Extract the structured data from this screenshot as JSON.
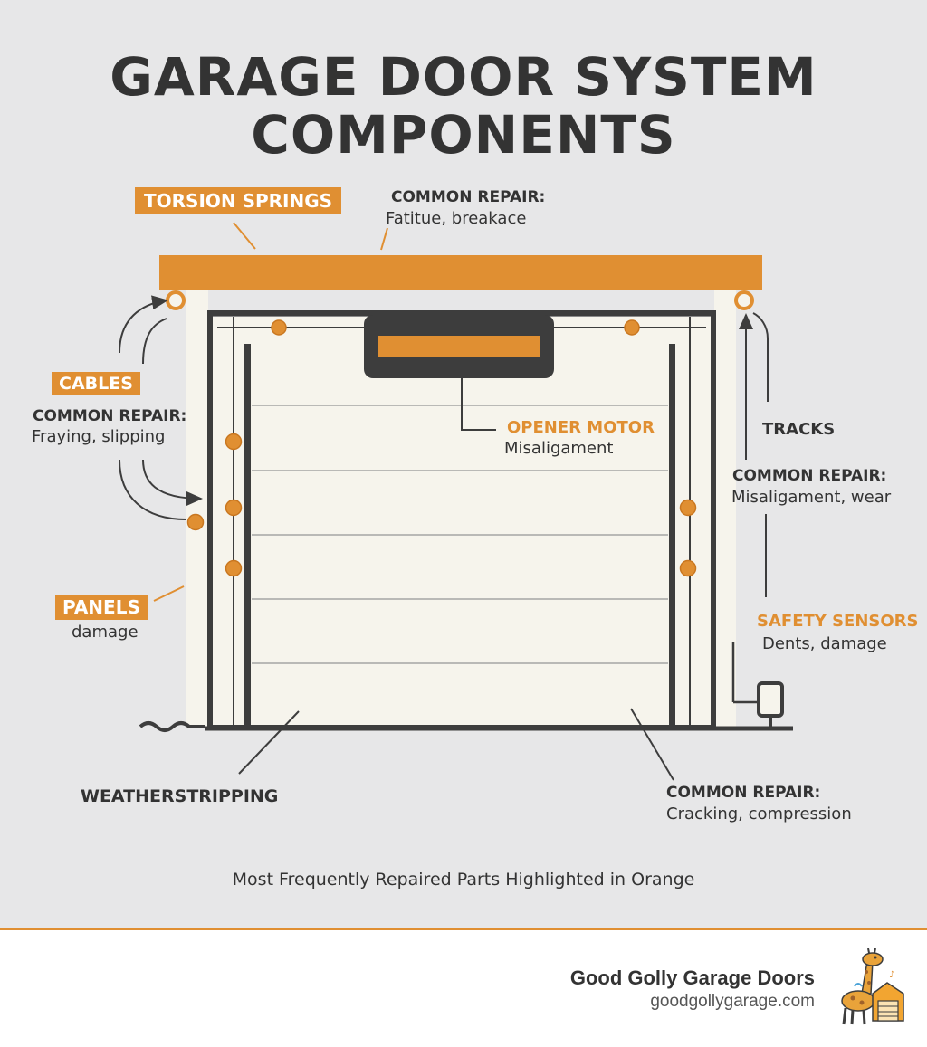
{
  "title": {
    "line1": "GARAGE DOOR SYSTEM",
    "line2": "COMPONENTS"
  },
  "labels": {
    "torsion_springs": {
      "name": "TORSION SPRINGS",
      "heading": "COMMON REPAIR:",
      "text": "Fatitue, breakace"
    },
    "cables": {
      "name": "CABLES",
      "heading": "COMMON REPAIR:",
      "text": "Fraying, slipping"
    },
    "panels": {
      "name": "PANELS",
      "text": "damage"
    },
    "opener_motor": {
      "name": "OPENER MOTOR",
      "text": "Misaligament"
    },
    "tracks": {
      "name": "TRACKS",
      "heading": "COMMON REPAIR:",
      "text": "Misaligament, wear"
    },
    "safety_sensors": {
      "name": "SAFETY SENSORS",
      "text": "Dents, damage"
    },
    "weatherstripping": {
      "name": "WEATHERSTRIPPING"
    },
    "bottom_right": {
      "heading": "COMMON REPAIR:",
      "text": "Cracking, compression"
    }
  },
  "caption": "Most Frequently Repaired Parts Highlighted in Orange",
  "brand": {
    "name": "Good Golly Garage Doors",
    "url": "goodgollygarage.com"
  },
  "colors": {
    "accent": "#e08f32",
    "dark": "#3d3d3d",
    "door": "#f6f4ec",
    "background": "#e7e7e8"
  }
}
